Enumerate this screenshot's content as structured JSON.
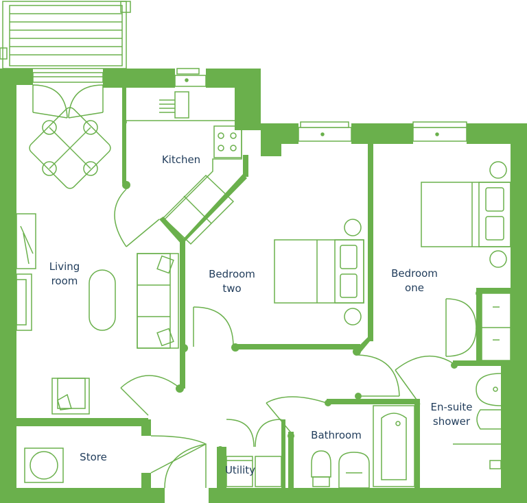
{
  "colors": {
    "wall": "#6ab04c",
    "line": "#6ab04c",
    "label": "#1f3b5a",
    "background": "#ffffff"
  },
  "rooms": {
    "kitchen": "Kitchen",
    "living_1": "Living",
    "living_2": "room",
    "bedroom_two_1": "Bedroom",
    "bedroom_two_2": "two",
    "bedroom_one_1": "Bedroom",
    "bedroom_one_2": "one",
    "ensuite_1": "En-suite",
    "ensuite_2": "shower",
    "bathroom": "Bathroom",
    "store": "Store",
    "utility": "Utility"
  }
}
